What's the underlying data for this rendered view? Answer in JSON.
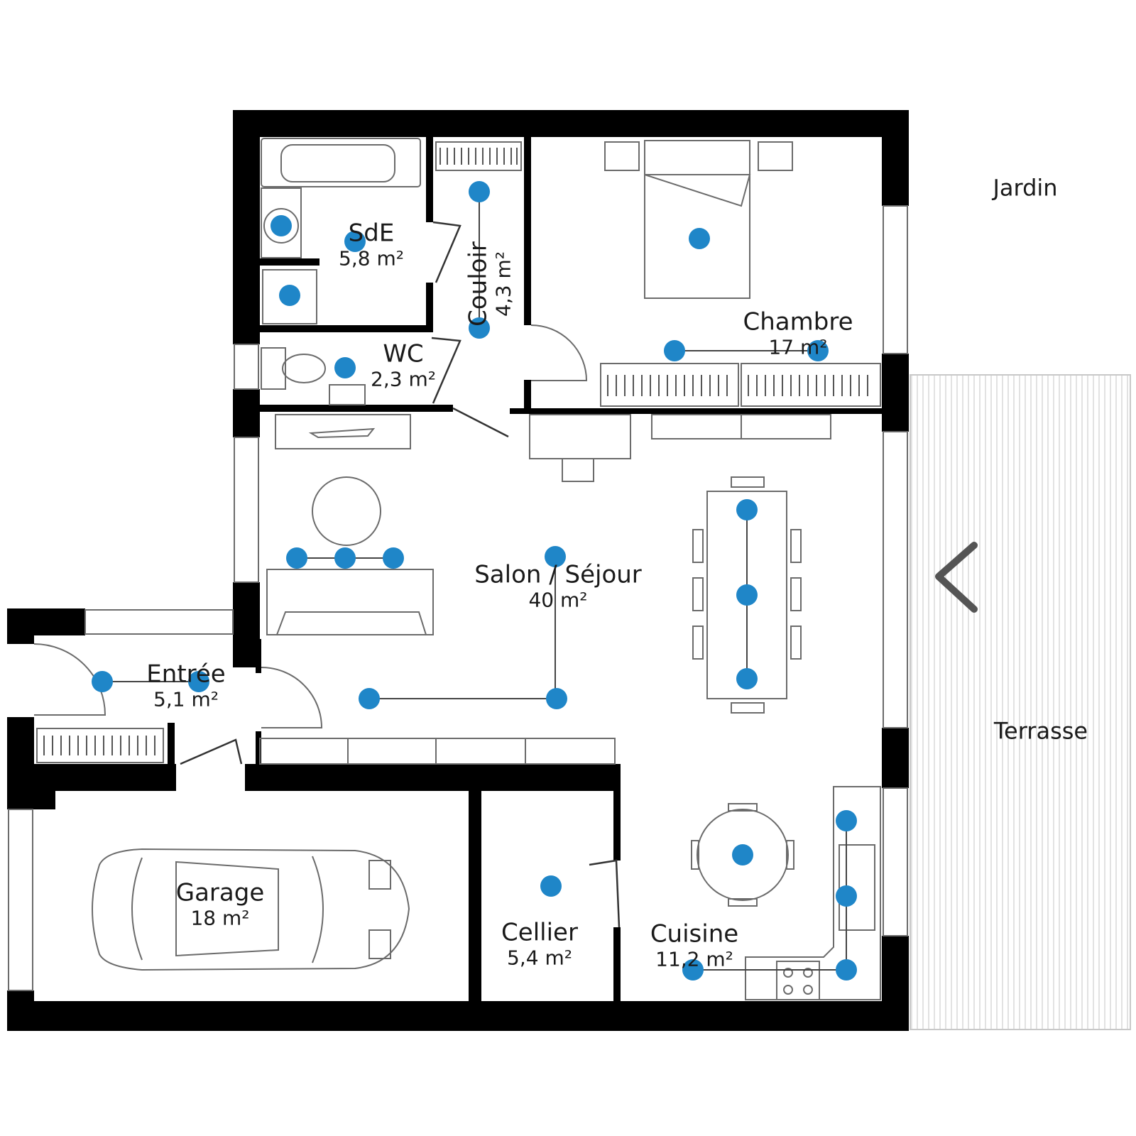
{
  "rooms": {
    "sde": {
      "name": "SdE",
      "area": "5,8 m²"
    },
    "couloir": {
      "name": "Couloir",
      "area": "4,3 m²"
    },
    "chambre": {
      "name": "Chambre",
      "area": "17 m²"
    },
    "wc": {
      "name": "WC",
      "area": "2,3 m²"
    },
    "salon": {
      "name": "Salon / Séjour",
      "area": "40 m²"
    },
    "entree": {
      "name": "Entrée",
      "area": "5,1 m²"
    },
    "garage": {
      "name": "Garage",
      "area": "18 m²"
    },
    "cellier": {
      "name": "Cellier",
      "area": "5,4 m²"
    },
    "cuisine": {
      "name": "Cuisine",
      "area": "11,2 m²"
    }
  },
  "outside": {
    "jardin": "Jardin",
    "terrasse": "Terrasse"
  },
  "colors": {
    "wall": "#000000",
    "light_point": "#1f86c8",
    "furniture": "#6b6b6b",
    "terrace_hatch": "#d8d8d8"
  }
}
